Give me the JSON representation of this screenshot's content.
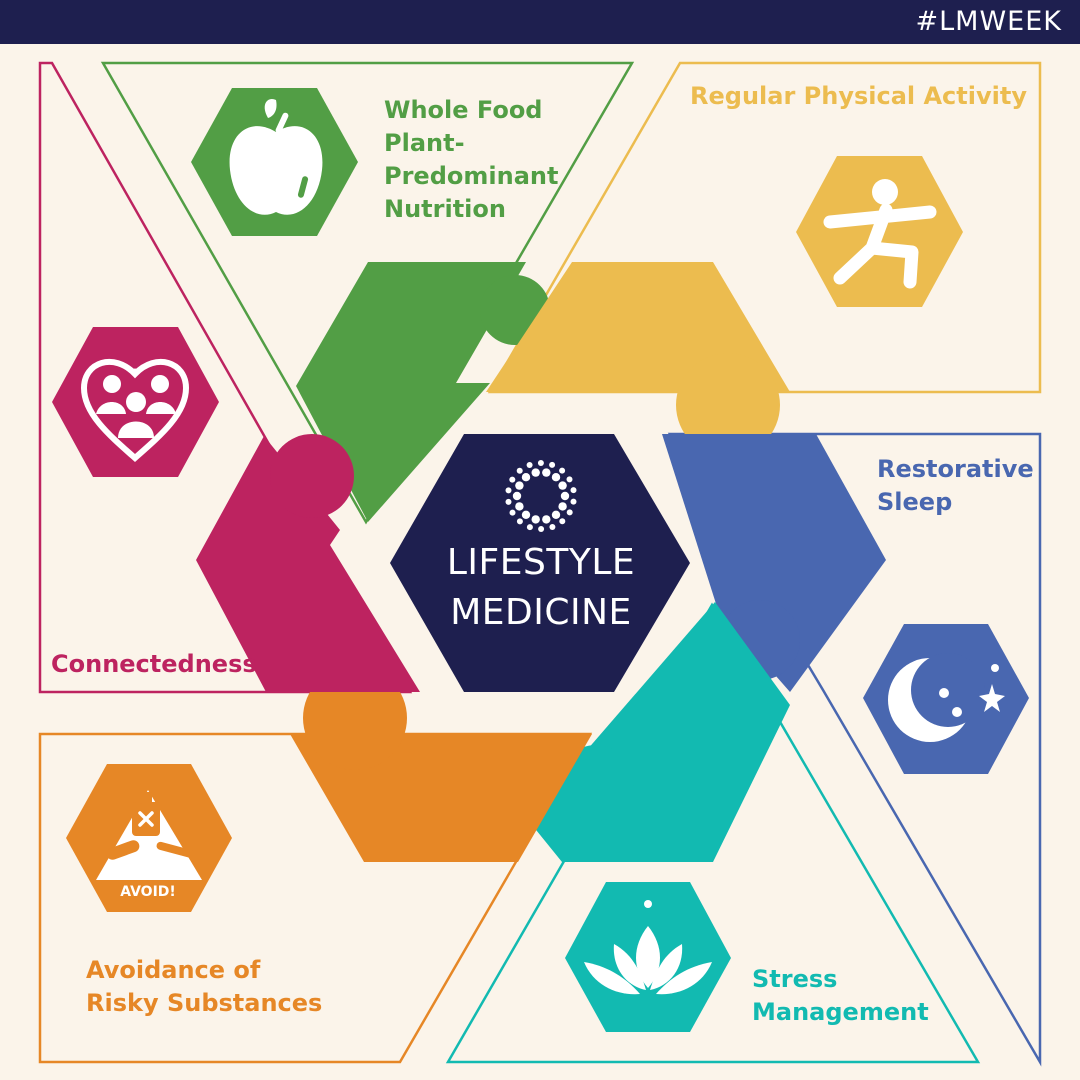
{
  "hashtag": "#LMWEEK",
  "center": {
    "title": "LIFESTYLE\nMEDICINE",
    "icon": "dotted-ring-icon"
  },
  "colors": {
    "nutrition": "#529E45",
    "activity": "#ECBC4F",
    "sleep": "#4967B0",
    "stress": "#12BAB1",
    "substances": "#E68726",
    "connectedness": "#BD2360",
    "center": "#1E1F4F",
    "background": "#FBF4EA"
  },
  "pillars": {
    "nutrition": {
      "label": "Whole Food\nPlant-\nPredominant\nNutrition",
      "icon": "apple-icon"
    },
    "activity": {
      "label": "Regular Physical Activity",
      "icon": "exercise-pose-icon"
    },
    "sleep": {
      "label": "Restorative\nSleep",
      "icon": "moon-stars-icon"
    },
    "stress": {
      "label": "Stress\nManagement",
      "icon": "lotus-icon"
    },
    "substances": {
      "label": "Avoidance of\nRisky Substances",
      "icon": "avoid-substances-icon",
      "badge": "AVOID!"
    },
    "connectedness": {
      "label": "Connectedness",
      "icon": "heart-people-icon"
    }
  }
}
